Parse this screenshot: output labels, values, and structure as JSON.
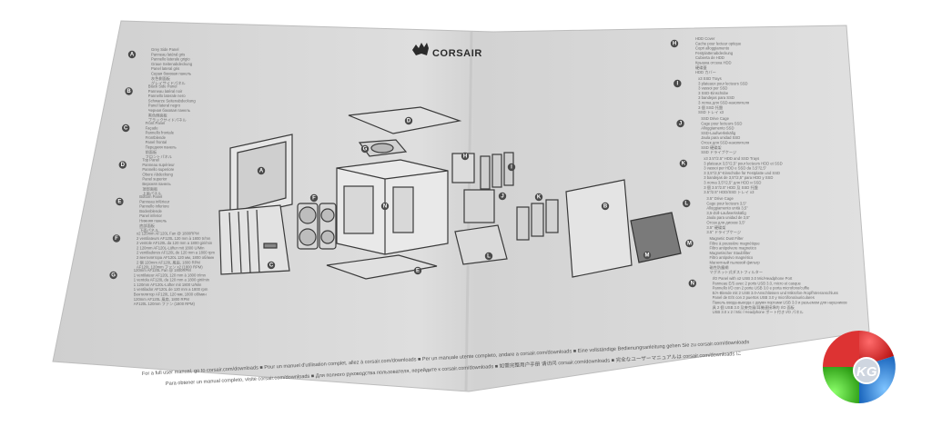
{
  "brand": {
    "name": "CORSAIR"
  },
  "left_column": [
    {
      "letter": "A",
      "lines": [
        "Grey Side Panel",
        "Panneau latéral gris",
        "Pannello laterale grigio",
        "Graue Seitenabdeckung",
        "Panel lateral gris",
        "Серая боковая панель",
        "灰色側面板",
        "グレイサイドパネル"
      ]
    },
    {
      "letter": "B",
      "lines": [
        "Black Side Panel",
        "Panneau latéral noir",
        "Pannello laterale nero",
        "Schwarze Seitenabdeckung",
        "Panel lateral negro",
        "Черная боковая панель",
        "黑色側面板",
        "ブラックサイドパネル"
      ]
    },
    {
      "letter": "C",
      "lines": [
        "Front Panel",
        "Façade",
        "Pannello frontale",
        "Frontblende",
        "Panel frontal",
        "Передняя панель",
        "前面板",
        "フロントパネル"
      ]
    },
    {
      "letter": "D",
      "lines": [
        "Top Panel",
        "Panneau supérieur",
        "Pannello superiore",
        "Obere Abdeckung",
        "Panel superior",
        "Верхняя панель",
        "頂部面板",
        "上面パネル"
      ]
    },
    {
      "letter": "E",
      "lines": [
        "Bottom Panel",
        "Panneau inférieur",
        "Pannello inferiore",
        "Bodenblende",
        "Panel inferior",
        "Нижняя панель",
        "底部面板",
        "下面パネル"
      ]
    },
    {
      "letter": "F",
      "lines": [
        "x2 120mm AF120L Fan @ 1800RPM",
        "2 ventilateurs AF120L 120 mm à 1800 tr/mn",
        "2 ventole AF120L da 120 mm a 1800 giri/min",
        "2 120mm AF120L-Lüfter mit 1800 U/Min",
        "2 ventiladores AF120L de 120 mm a 1800 rpm",
        "2 вентилятора AF120L 120 мм, 1800 об/мин",
        "2 個 120mm AF120L 風扇, 1800 RPM",
        "AF120L 120mm ファン x2 (1800 RPM)"
      ]
    },
    {
      "letter": "G",
      "lines": [
        "120mm AF120L Fan @ 1800RPM",
        "1 ventilateur AF120L 120 mm à 1800 tr/mn",
        "1 ventola AF120L da 120 mm a 1800 giri/min",
        "1 120mm AF120L-Lüfter mit 1800 U/Min",
        "1 ventilador AF120L de 120 mm a 1800 rpm",
        "Вентилятор AF120L 120 мм, 1800 об/мин",
        "120mm AF120L 風扇, 1800 RPM",
        "AF120L 120mm ファン (1800 RPM)"
      ]
    }
  ],
  "right_column": [
    {
      "letter": "H",
      "lines": [
        "HDD Cover",
        "Cache pour lecteur optique",
        "Copri alloggiamento",
        "Festplattenabdeckung",
        "Cubierta de HDD",
        "Крышка отсека HDD",
        "硬碟蓋",
        "HDD カバー"
      ]
    },
    {
      "letter": "I",
      "lines": [
        "x3 SSD Trays",
        "3 plateaux pour lecteurs SSD",
        "3 vassoi per SSD",
        "3 SSD-Einschübe",
        "3 bandejas para SSD",
        "3 лотка для SSD-накопителя",
        "3 個 SSD 托盤",
        "SSD トレイ x3"
      ]
    },
    {
      "letter": "J",
      "lines": [
        "SSD Drive Cage",
        "Cage pour lecteurs SSD",
        "Alloggiamento SSD",
        "SSD-Laufwerkskäfig",
        "Jaula para unidad SSD",
        "Отсек для SSD-накопителя",
        "SSD 硬碟架",
        "SSD ドライブケージ"
      ]
    },
    {
      "letter": "K",
      "lines": [
        "x3 3.5\"/2.5\" HDD and SSD Trays",
        "3 plateaux 3,5\"/2,5\" pour lecteurs HDD et SSD",
        "3 vassoi per HDD e SSD da 3,5\"/2,5\"",
        "3 3,5\"/2,5\"-Einschübe für Festplatte und SSD",
        "3 bandejas de 3,5\"/2,5\" para HDD y SSD",
        "3 лотка 3,5\"/2,5\" для HDD и SSD",
        "3 個 3.5\"/2.5\" HDD 及 SSD 托盤",
        "3.5\"/2.5\" HDD/SSD トレイ x3"
      ]
    },
    {
      "letter": "L",
      "lines": [
        "3.5\" Drive Cage",
        "Cage pour lecteurs 3,5\"",
        "Alloggiamento unità 3,5\"",
        "3,5-Zoll-Laufwerkskäfig",
        "Jaula para unidad de 3,5\"",
        "Отсек для дисков 3,5\"",
        "3.5\" 硬碟架",
        "3.5\" ドライブケージ"
      ]
    },
    {
      "letter": "M",
      "lines": [
        "Magnetic Dust Filter",
        "Filtre à poussière magnétique",
        "Filtro antipolvere magnetico",
        "Magnetischer Staubfilter",
        "Filtro antipolvo magnético",
        "Магнитный пылевой фильтр",
        "磁性防塵網",
        "マグネット式ダストフィルター"
      ]
    },
    {
      "letter": "N",
      "lines": [
        "I/O Panel with x2 USB 3.0 Mic/Headphone Port",
        "Panneau E/S avec 2 ports USB 3.0, micro et casque",
        "Pannello I/O con 2 porte USB 3.0 e porta microfono/cuffie",
        "E/A-Blende mit 2 USB 3.0-Anschlüssen und Mikrofon-/Kopfhöreranschluss",
        "Panel de E/S con 2 puertos USB 3.0 y micrófono/auriculares",
        "Панель ввода-вывода с двумя портами USB 3.0 и разъемом для наушников",
        "具 2 個 USB 3.0 及麥克風/耳機連接埠的 I/O 面板",
        "USB 3.0 x 2 / Mic / Headphone ポート付き I/O パネル"
      ]
    }
  ],
  "footer": {
    "line1": "For a full user manual, go to corsair.com/downloads ■ Pour un manuel d'utilisation complet, allez à corsair.com/downloads ■ Per un manuale utente completo, andare a corsair.com/downloads ■ Eine vollständige Bedienungsanleitung gehen Sie zu corsair.com/downloads",
    "line2": "Para obtener un manual completo, visite corsair.com/downloads ■ Для полного руководства пользователя, перейдите к corsair.com/downloads ■ 如需完整用户手册 请访问 corsair.com/downloads ■ 完全なユーザーマニュアルは corsair.com/downloads に"
  },
  "diagram_labels": [
    "A",
    "B",
    "C",
    "D",
    "E",
    "F",
    "G",
    "H",
    "I",
    "J",
    "K",
    "L",
    "M",
    "N"
  ],
  "watermark": {
    "text": "KG"
  },
  "colors": {
    "paper": "#dcdcdc",
    "ink": "#3a3a3a",
    "bubble": "#4a4a4a"
  }
}
